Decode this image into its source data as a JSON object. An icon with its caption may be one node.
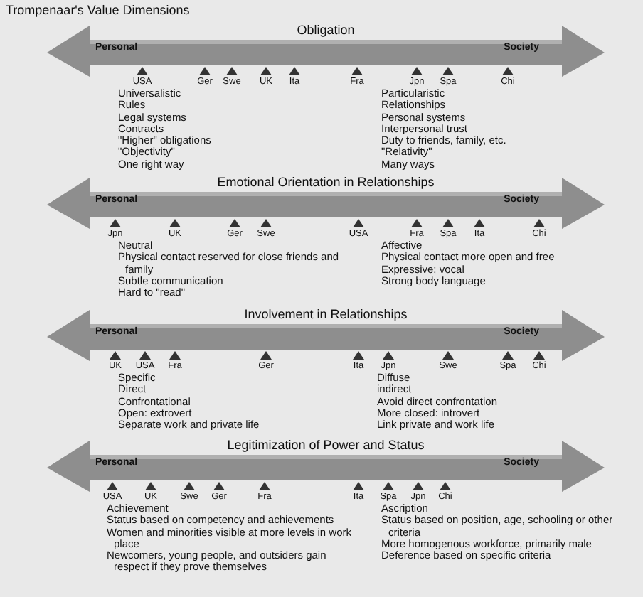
{
  "diagram": {
    "title": "Trompenaar's Value Dimensions",
    "nodes": [
      {
        "text": [
          "Obligation",
          "Personal",
          "Society"
        ]
      },
      {
        "text": [
          "Emotional Orientation in Relationships",
          "Personal",
          "Society"
        ]
      },
      {
        "text": [
          "Involvement in Relationships",
          "Personal",
          "Society"
        ]
      },
      {
        "text": [
          "Legitimization of Power and Status",
          "Personal",
          "Society"
        ]
      }
    ],
    "labels": [
      "USA",
      "Ger",
      "Swe",
      "UK",
      "Ita",
      "Fra",
      "Jpn",
      "Spa",
      "Chi",
      "Universalistic",
      "Rules",
      "Legal systems",
      "Contracts",
      "\"Higher\" obligations",
      "\"Objectivity\"",
      "One right way",
      "Particularistic",
      "Relationships",
      "Personal systems",
      "Interpersonal trust",
      "Duty to friends, family, etc.",
      "\"Relativity\"",
      "Many ways",
      "Jpn",
      "UK",
      "Ger",
      "Swe",
      "USA",
      "Fra",
      "Spa",
      "Ita",
      "Chi",
      "Neutral",
      "Physical contact reserved for close friends and family",
      "Subtle communication",
      "Hard to \"read\"",
      "Affective",
      "Physical contact more open and free",
      "Expressive; vocal",
      "Strong body language",
      "UK",
      "USA",
      "Fra",
      "Ger",
      "Ita",
      "Jpn",
      "Swe",
      "Spa",
      "Chi",
      "Specific",
      "Direct",
      "Confrontational",
      "Open: extrovert",
      "Separate work and private life",
      "Diffuse",
      "indirect",
      "Avoid direct confrontation",
      "More closed: introvert",
      "Link private and work life",
      "USA",
      "UK",
      "Swe",
      "Ger",
      "Fra",
      "Ita",
      "Spa",
      "Jpn",
      "Chi",
      "Achievement",
      "Status based on competency and achievements",
      "Women and minorities visible at more levels in work place",
      "Newcomers, young people, and outsiders gain respect if they prove themselves",
      "Ascription",
      "Status based on position, age, schooling or other criteria",
      "More homogenous workforce, primarily male",
      "Deference based on specific criteria"
    ]
  }
}
